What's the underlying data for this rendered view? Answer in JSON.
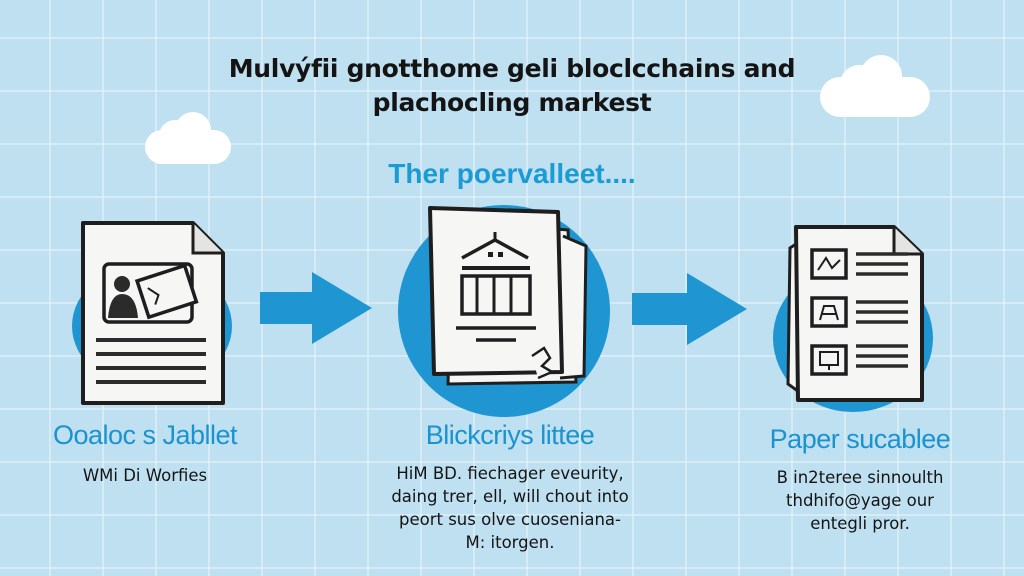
{
  "header": {
    "title_line1": "Mulvýfii gnotthome geli bloclcchains and",
    "title_line2": "plachocling markest",
    "subtitle": "Ther poervalleet...."
  },
  "colors": {
    "background": "#bfe0f1",
    "accent_blue": "#1f96d1",
    "title_blue": "#1a93cf",
    "text_dark": "#141414",
    "paper": "#f6f6f4",
    "cloud": "#ffffff"
  },
  "steps": [
    {
      "icon": "document-with-profile-photo-icon",
      "title": "Ooaloc s Jabllet",
      "description": [
        "WMi Di Worfies"
      ]
    },
    {
      "icon": "document-with-bank-building-icon",
      "title": "Blickcriys littee",
      "description": [
        "HiM BD. fiechager eveurity,",
        "daing trer, ell, will chout into",
        "peort sus olve cuoseniana-",
        "M: itorgen."
      ]
    },
    {
      "icon": "document-with-image-list-icon",
      "title": "Paper sucablee",
      "description": [
        "B in2teree sinnoulth",
        "thdhifo@yage our",
        "entegli pror."
      ]
    }
  ],
  "connectors": [
    {
      "icon": "arrow-right-icon"
    },
    {
      "icon": "arrow-right-icon"
    }
  ],
  "decorations": [
    {
      "icon": "cloud-icon",
      "position": "top-left"
    },
    {
      "icon": "cloud-icon",
      "position": "top-right"
    }
  ]
}
